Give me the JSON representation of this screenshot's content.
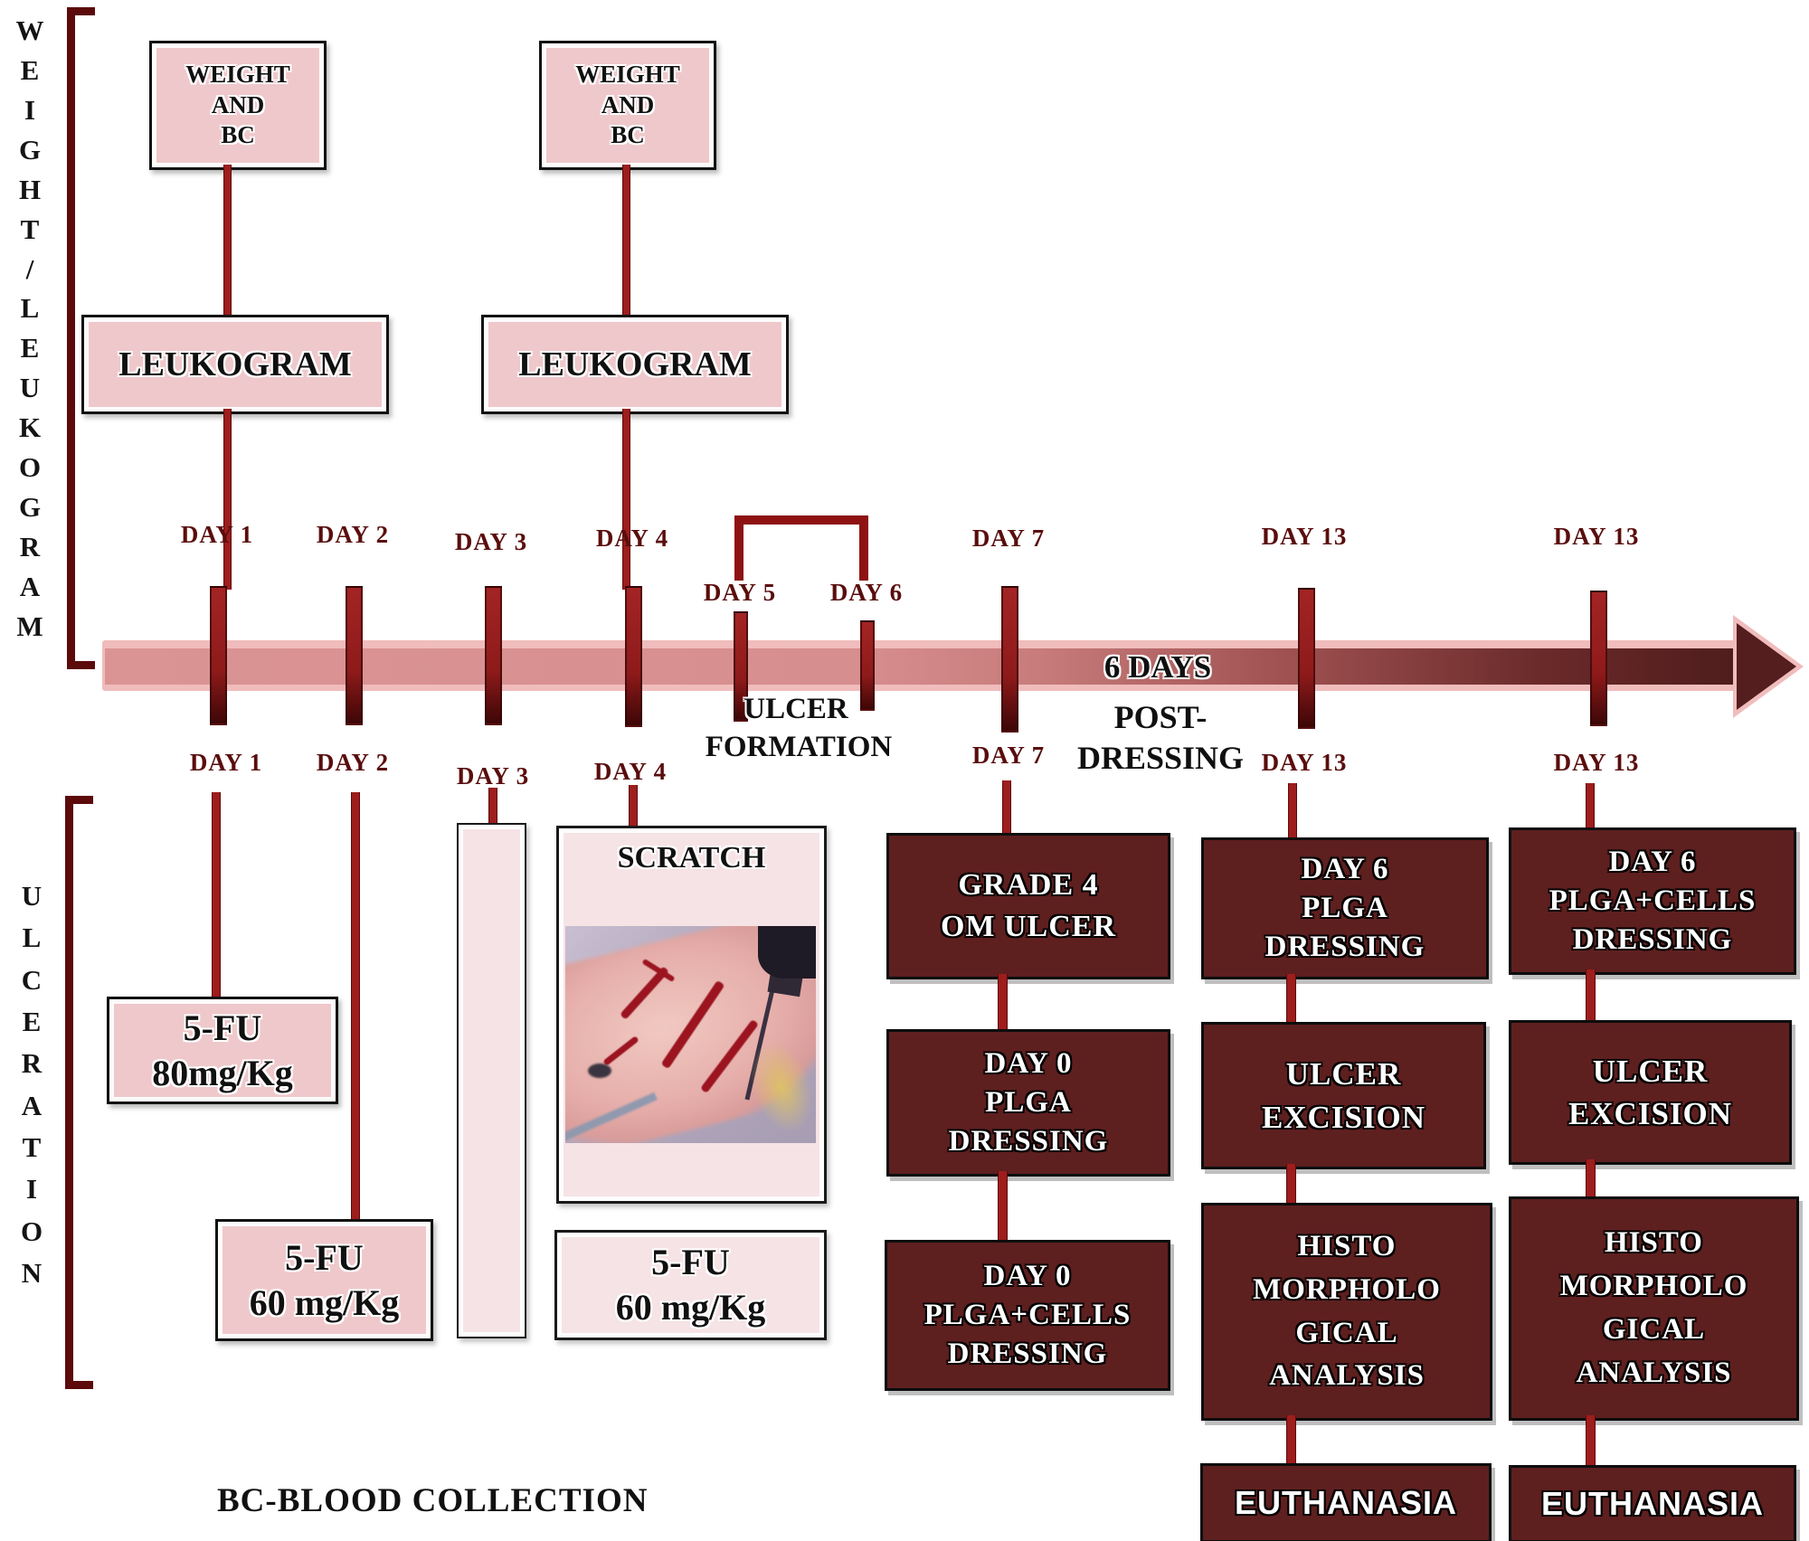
{
  "side": {
    "top_label": "WEIGHT/LEUKOGRAM",
    "bottom_label": "ULCERATION"
  },
  "top_row": {
    "weight_bc": [
      "WEIGHT",
      "AND",
      "BC"
    ],
    "leukogram": "LEUKOGRAM"
  },
  "timeline": {
    "days_top": [
      "DAY 1",
      "DAY 2",
      "DAY 3",
      "DAY 4",
      "DAY 5",
      "DAY 6",
      "DAY 7",
      "DAY 13",
      "DAY 13"
    ],
    "days_bottom": [
      "DAY 1",
      "DAY 2",
      "DAY 3",
      "DAY 4",
      "DAY 7",
      "DAY 13",
      "DAY 13"
    ],
    "six_days": "6 DAYS",
    "post": "POST-",
    "dressing": "DRESSING",
    "ulcer": "ULCER",
    "formation": "FORMATION"
  },
  "treatments": {
    "fu80": [
      "5-FU",
      "80mg/Kg"
    ],
    "fu60_left": [
      "5-FU",
      "60 mg/Kg"
    ],
    "fu60_right": [
      "5-FU",
      "60 mg/Kg"
    ],
    "scratch": "SCRATCH"
  },
  "flow_day7": [
    [
      "GRADE 4",
      "OM ULCER"
    ],
    [
      "DAY 0",
      "PLGA",
      "DRESSING"
    ],
    [
      "DAY 0",
      "PLGA+CELLS",
      "DRESSING"
    ]
  ],
  "flow_day13_plga": [
    [
      "DAY 6",
      "PLGA",
      "DRESSING"
    ],
    [
      "ULCER",
      "EXCISION"
    ],
    [
      "HISTO",
      "MORPHOLO",
      "GICAL",
      "ANALYSIS"
    ],
    [
      "EUTHANASIA"
    ]
  ],
  "flow_day13_cells": [
    [
      "DAY 6",
      "PLGA+CELLS",
      "DRESSING"
    ],
    [
      "ULCER",
      "EXCISION"
    ],
    [
      "HISTO",
      "MORPHOLO",
      "GICAL",
      "ANALYSIS"
    ],
    [
      "EUTHANASIA"
    ]
  ],
  "footnote": "BC-BLOOD COLLECTION",
  "colors": {
    "light_pink_box": "#efc8cb",
    "lighter_pink_box": "#f6e3e5",
    "dark_maroon_box": "#5e1f1f",
    "connector_red": "#9e1d1d",
    "day_label_text": "#5a0d0d",
    "band_outer": "#f0bcbc",
    "band_inner_left": "#db9494",
    "band_inner_right": "#4f1c1c",
    "bracket": "#5c0a0a"
  }
}
